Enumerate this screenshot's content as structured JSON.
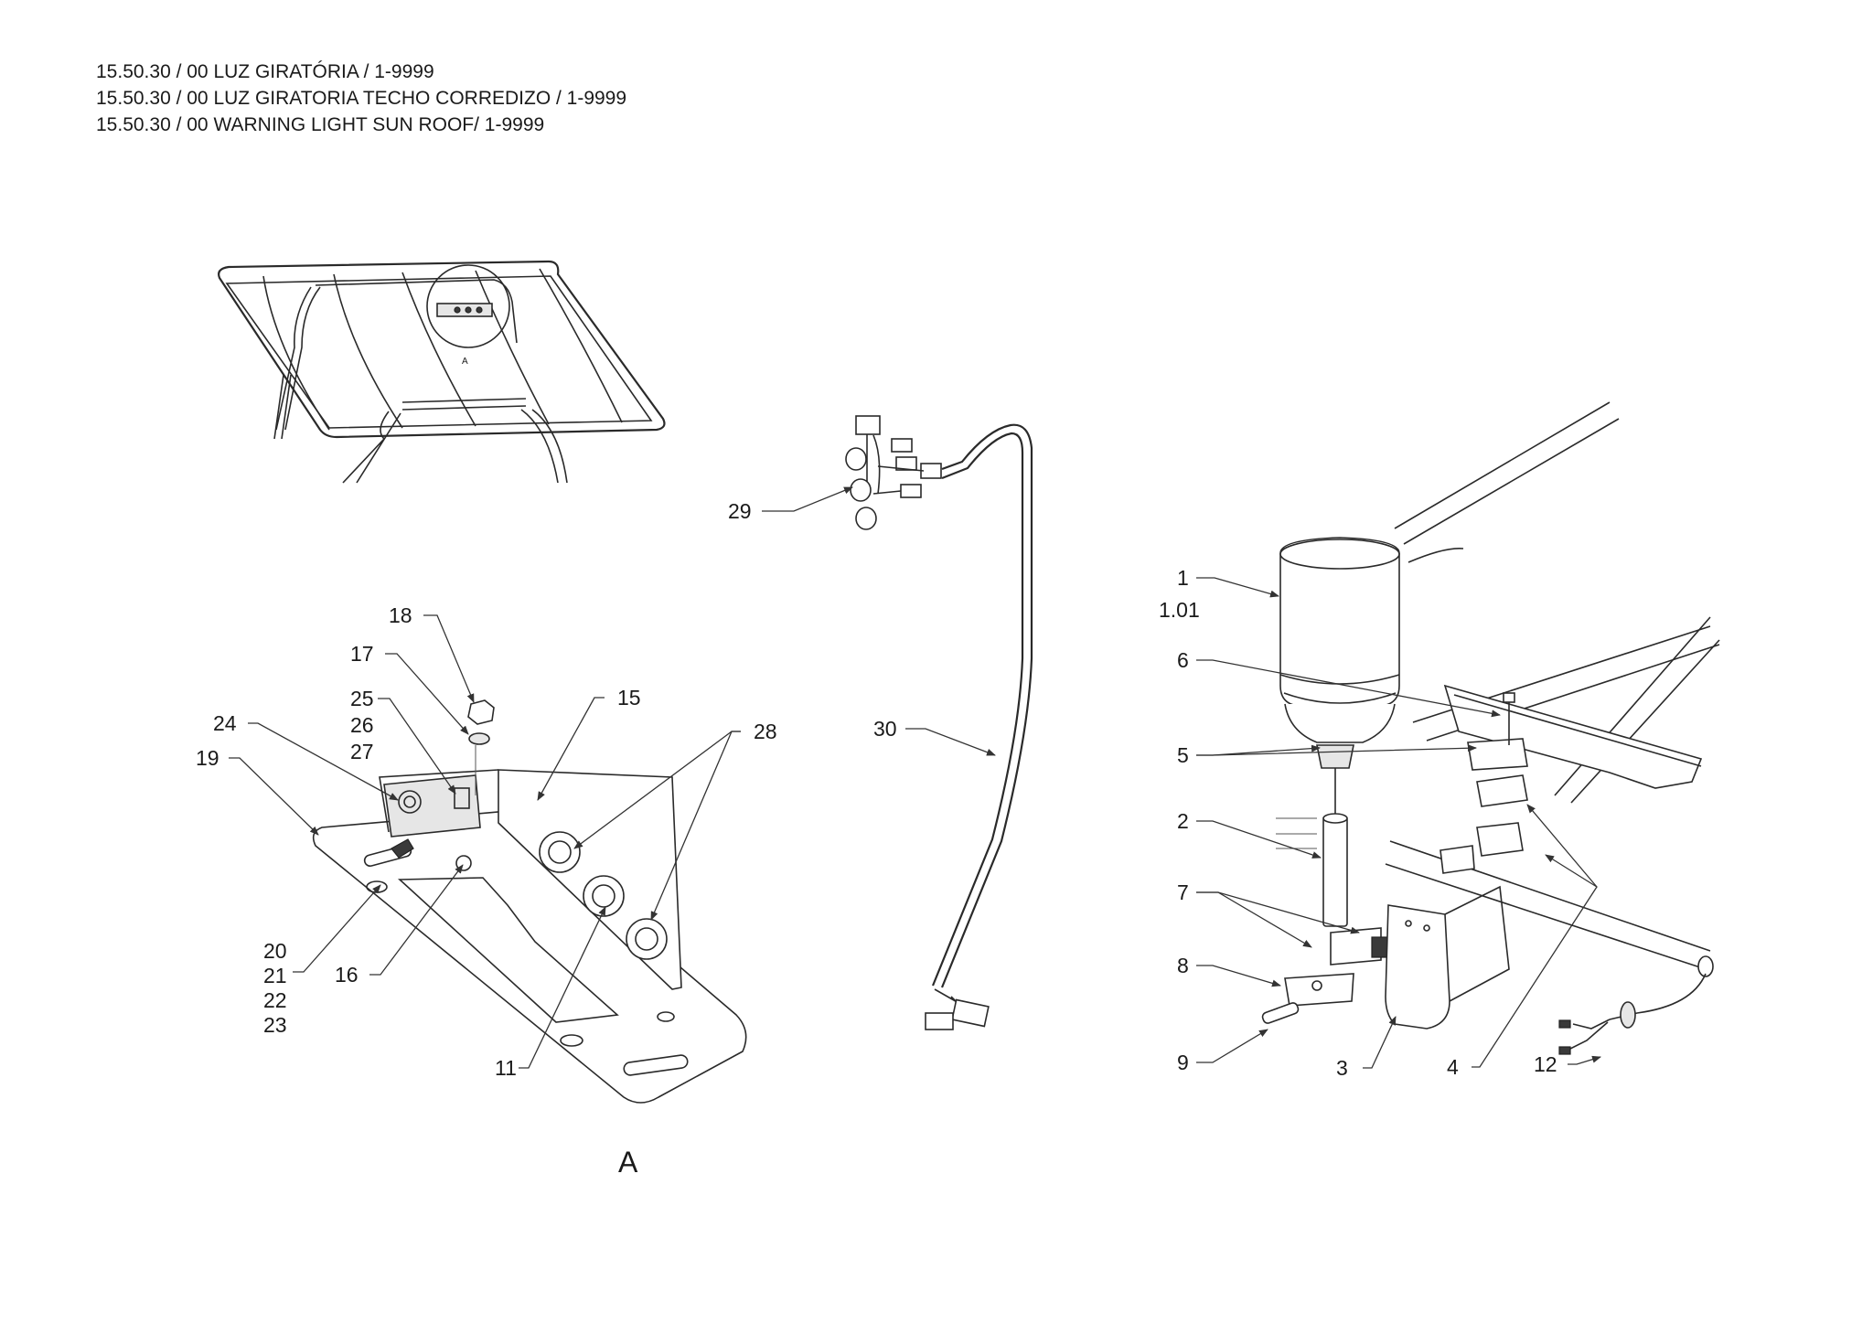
{
  "header": {
    "lines": [
      "15.50.30 / 00 LUZ GIRATÓRIA / 1-9999",
      "15.50.30 / 00 LUZ GIRATORIA TECHO CORREDIZO / 1-9999",
      "15.50.30 / 00 WARNING LIGHT SUN ROOF/ 1-9999"
    ]
  },
  "detail_view": {
    "label": "A",
    "small_label": "A"
  },
  "callouts": {
    "c1": "1",
    "c1_01": "1.01",
    "c2": "2",
    "c3": "3",
    "c4": "4",
    "c5": "5",
    "c6": "6",
    "c7": "7",
    "c8": "8",
    "c9": "9",
    "c11": "11",
    "c12": "12",
    "c15": "15",
    "c16": "16",
    "c17": "17",
    "c18": "18",
    "c19": "19",
    "c20": "20",
    "c21": "21",
    "c22": "22",
    "c23": "23",
    "c24": "24",
    "c25": "25",
    "c26": "26",
    "c27": "27",
    "c28": "28",
    "c29": "29",
    "c30": "30"
  }
}
